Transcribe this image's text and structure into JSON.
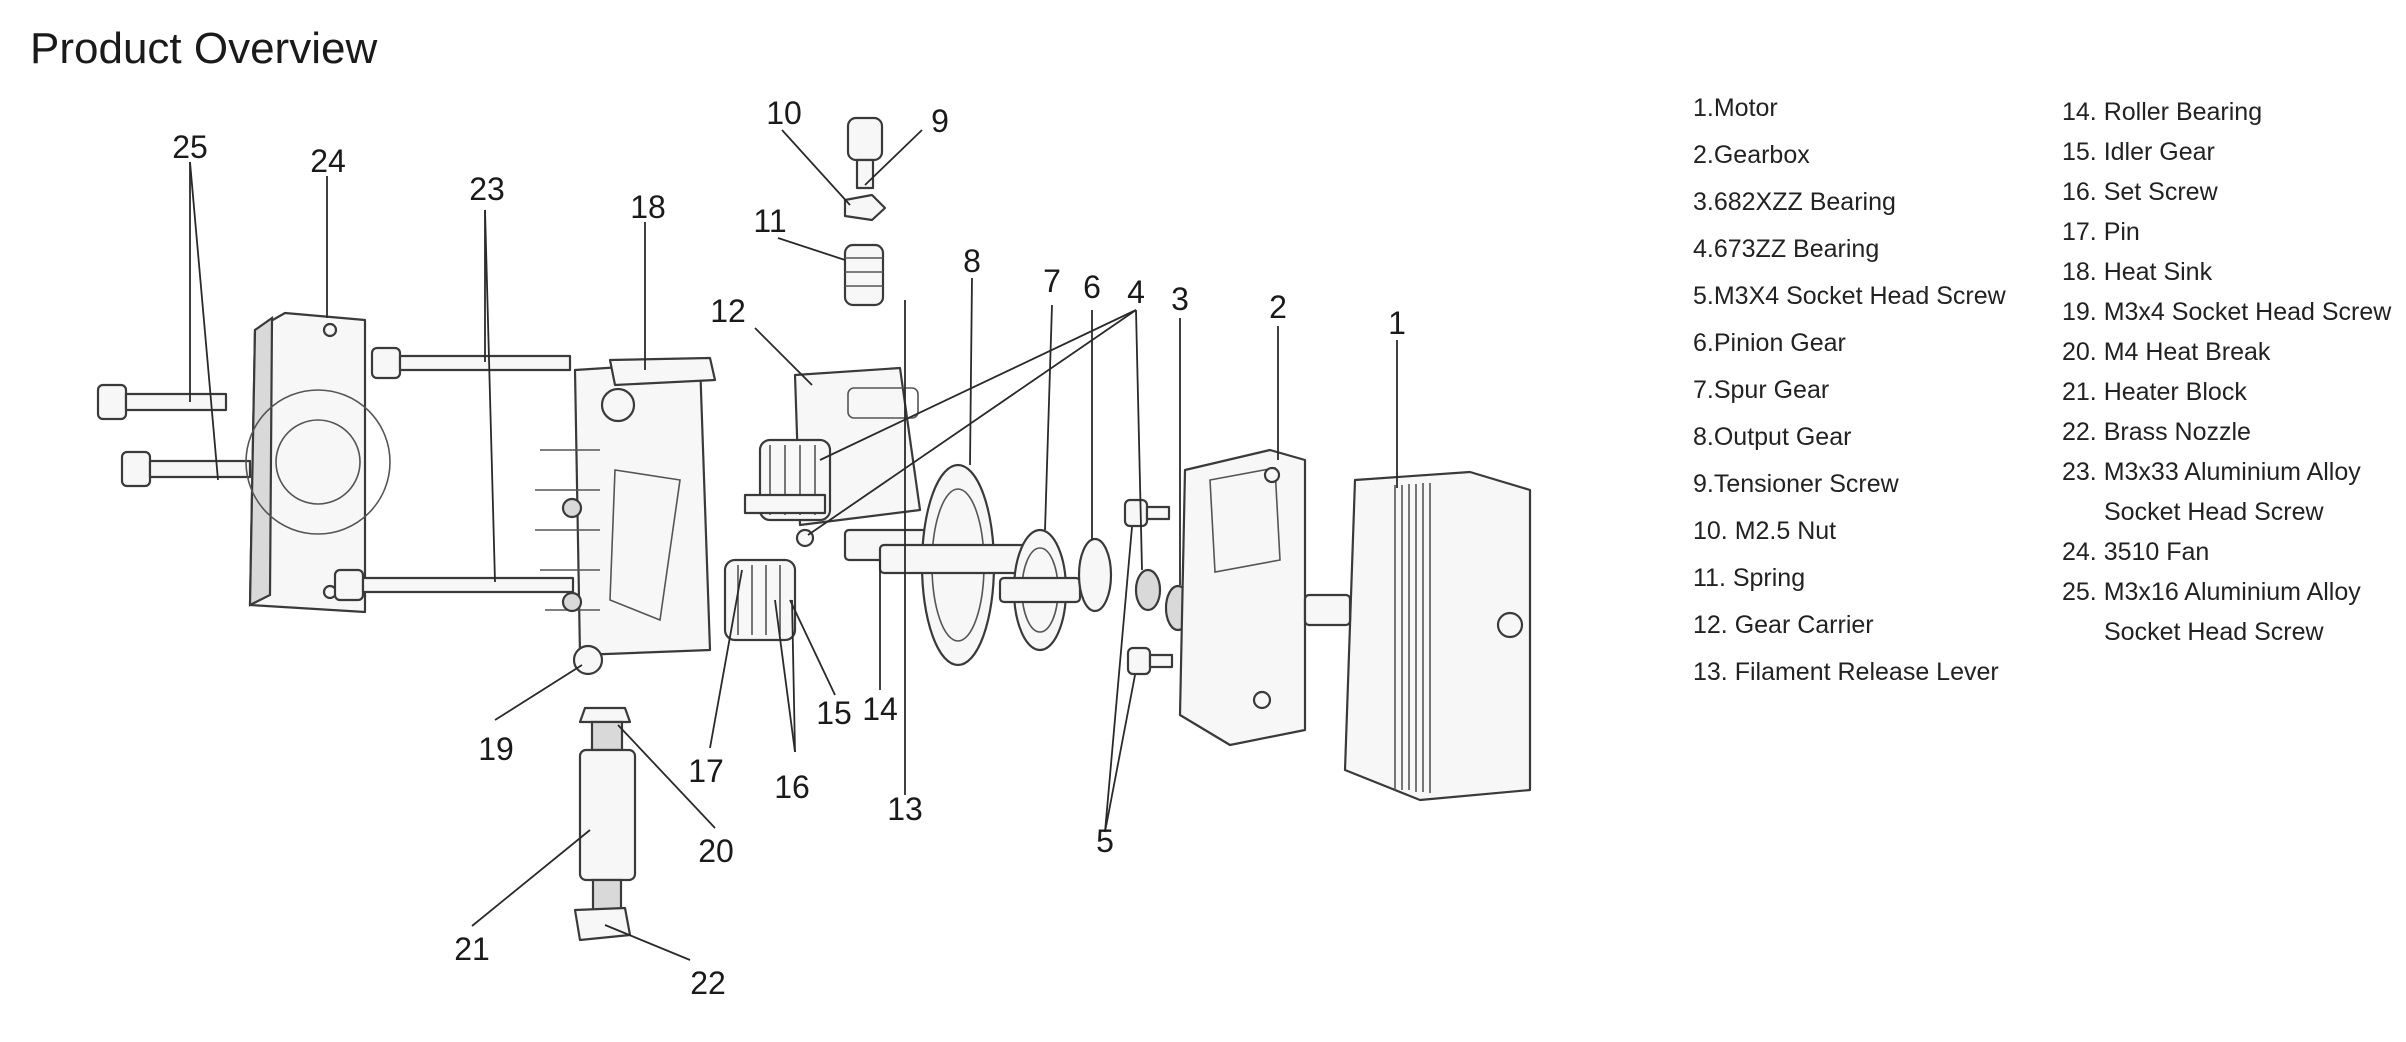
{
  "title": "Product Overview",
  "callouts": [
    "1",
    "2",
    "3",
    "4",
    "5",
    "6",
    "7",
    "8",
    "9",
    "10",
    "11",
    "12",
    "13",
    "14",
    "15",
    "16",
    "17",
    "18",
    "19",
    "20",
    "21",
    "22",
    "23",
    "24",
    "25"
  ],
  "legend": {
    "col1": [
      "1.Motor",
      "2.Gearbox",
      "3.682XZZ Bearing",
      "4.673ZZ Bearing",
      "5.M3X4 Socket Head Screw",
      "6.Pinion Gear",
      "7.Spur Gear",
      "8.Output Gear",
      "9.Tensioner Screw",
      "10. M2.5 Nut",
      "11. Spring",
      "12. Gear Carrier",
      "13. Filament Release Lever"
    ],
    "col2": [
      "14. Roller Bearing",
      "15. Idler Gear",
      "16. Set Screw",
      "17. Pin",
      "18. Heat Sink",
      "19. M3x4 Socket Head Screw",
      "20. M4 Heat Break",
      "21. Heater Block",
      "22. Brass Nozzle",
      "23. M3x33 Aluminium Alloy",
      "Socket Head Screw",
      "24. 3510 Fan",
      "25. M3x16 Aluminium Alloy",
      "Socket Head Screw"
    ]
  }
}
